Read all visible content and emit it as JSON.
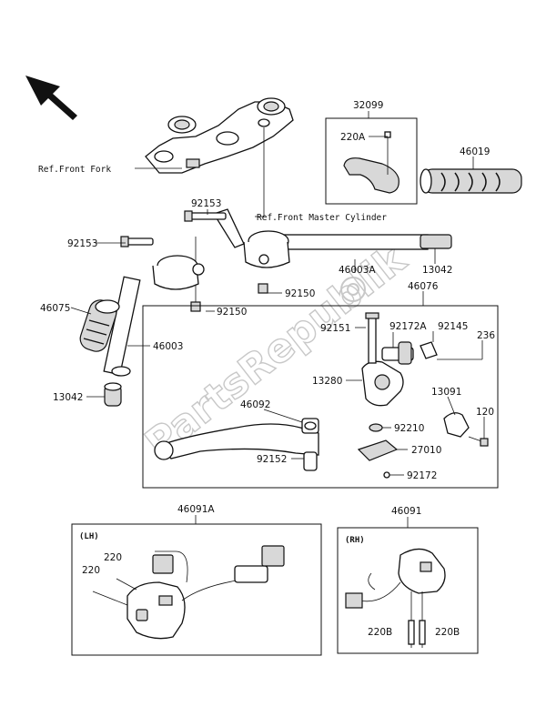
{
  "watermark": "PartsRepublik",
  "refs": {
    "front_fork": "Ref.Front Fork",
    "front_master_cylinder": "Ref.Front Master Cylinder"
  },
  "box_labels": {
    "lh": "(LH)",
    "rh": "(RH)"
  },
  "parts": {
    "p32099": "32099",
    "p220A": "220A",
    "p46019": "46019",
    "p92153_top": "92153",
    "p92153_left": "92153",
    "p46003A": "46003A",
    "p13042_right": "13042",
    "p92150_right": "92150",
    "p46076": "46076",
    "p46075": "46075",
    "p92150_left": "92150",
    "p46003": "46003",
    "p13042_left": "13042",
    "p92151": "92151",
    "p92172A": "92172A",
    "p92145": "92145",
    "p236": "236",
    "p13280": "13280",
    "p13091": "13091",
    "p46092": "46092",
    "p92210": "92210",
    "p120": "120",
    "p27010": "27010",
    "p92152": "92152",
    "p92172": "92172",
    "p46091A": "46091A",
    "p46091": "46091",
    "p220_upper": "220",
    "p220_lower": "220",
    "p220B_left": "220B",
    "p220B_right": "220B"
  }
}
